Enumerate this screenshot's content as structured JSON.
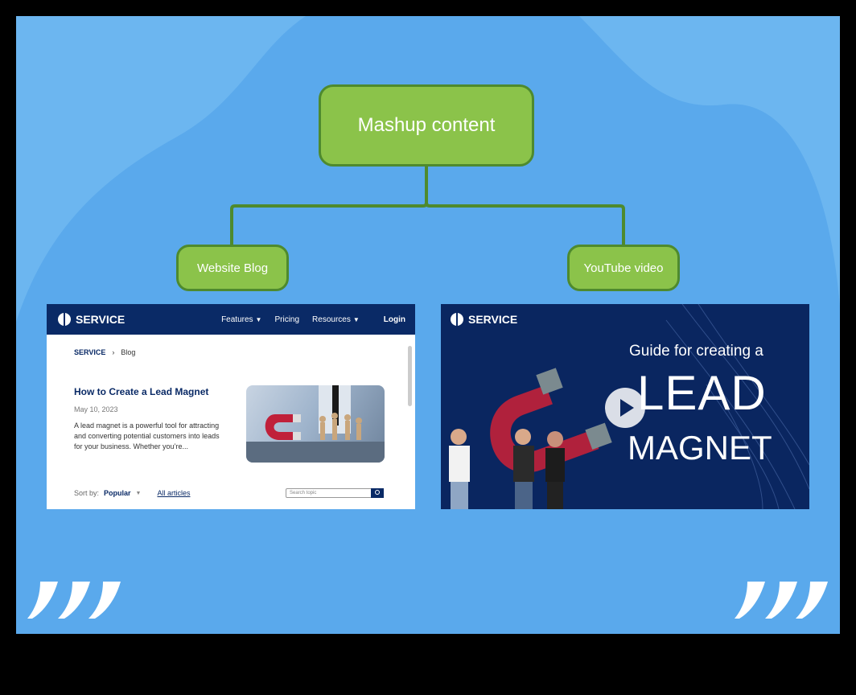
{
  "diagram": {
    "root": "Mashup content",
    "children": [
      "Website Blog",
      "YouTube video"
    ]
  },
  "blog": {
    "brand": "SERVICE",
    "nav": [
      "Features",
      "Pricing",
      "Resources",
      "Login"
    ],
    "breadcrumb": [
      "SERVICE",
      "Blog"
    ],
    "post_title": "How to Create a Lead Magnet",
    "post_date": "May 10, 2023",
    "post_excerpt": "A lead magnet is a powerful tool for attracting and converting potential customers into leads for your business. Whether you’re...",
    "sort_label": "Sort by:",
    "sort_value": "Popular",
    "all_articles": "All articles",
    "search_placeholder": "Search topic"
  },
  "video": {
    "brand": "SERVICE",
    "line1": "Guide for creating a",
    "line2": "LEAD",
    "line3": "MAGNET"
  },
  "colors": {
    "background": "#5aa9ec",
    "node_fill": "#8bc34a",
    "node_border": "#4e8a2e",
    "navy": "#0a2a66"
  },
  "icons": [
    "play-icon",
    "search-icon",
    "caret-down-icon",
    "brand-logo-icon",
    "stripes-logo-icon"
  ]
}
